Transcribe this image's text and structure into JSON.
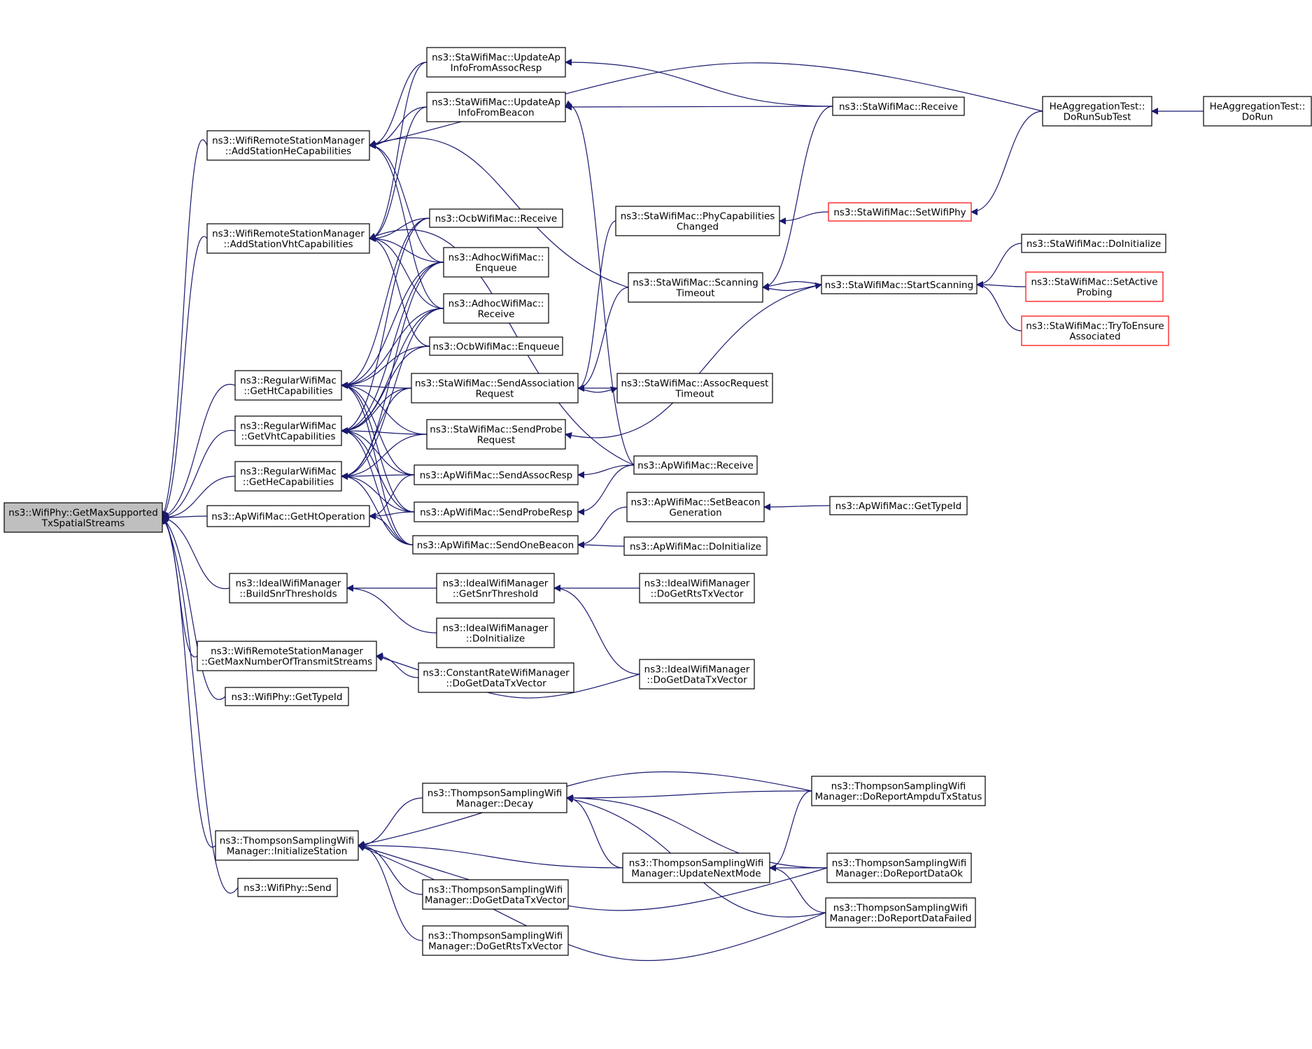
{
  "nodes": [
    {
      "id": "root",
      "lines": [
        "ns3::WifiPhy::GetMaxSupported",
        "TxSpatialStreams"
      ],
      "style": "root"
    },
    {
      "id": "addHe",
      "lines": [
        "ns3::WifiRemoteStationManager",
        "::AddStationHeCapabilities"
      ]
    },
    {
      "id": "addVht",
      "lines": [
        "ns3::WifiRemoteStationManager",
        "::AddStationVhtCapabilities"
      ]
    },
    {
      "id": "getHt",
      "lines": [
        "ns3::RegularWifiMac",
        "::GetHtCapabilities"
      ]
    },
    {
      "id": "getVht",
      "lines": [
        "ns3::RegularWifiMac",
        "::GetVhtCapabilities"
      ]
    },
    {
      "id": "getHe",
      "lines": [
        "ns3::RegularWifiMac",
        "::GetHeCapabilities"
      ]
    },
    {
      "id": "getHtOp",
      "lines": [
        "ns3::ApWifiMac::GetHtOperation"
      ]
    },
    {
      "id": "buildSnr",
      "lines": [
        "ns3::IdealWifiManager",
        "::BuildSnrThresholds"
      ]
    },
    {
      "id": "getMaxNum",
      "lines": [
        "ns3::WifiRemoteStationManager",
        "::GetMaxNumberOfTransmitStreams"
      ]
    },
    {
      "id": "phyTypeId",
      "lines": [
        "ns3::WifiPhy::GetTypeId"
      ]
    },
    {
      "id": "tsInit",
      "lines": [
        "ns3::ThompsonSamplingWifi",
        "Manager::InitializeStation"
      ]
    },
    {
      "id": "phySend",
      "lines": [
        "ns3::WifiPhy::Send"
      ]
    },
    {
      "id": "updAssoc",
      "lines": [
        "ns3::StaWifiMac::UpdateAp",
        "InfoFromAssocResp"
      ]
    },
    {
      "id": "updBeacon",
      "lines": [
        "ns3::StaWifiMac::UpdateAp",
        "InfoFromBeacon"
      ]
    },
    {
      "id": "ocbRecv",
      "lines": [
        "ns3::OcbWifiMac::Receive"
      ]
    },
    {
      "id": "adhocEnq",
      "lines": [
        "ns3::AdhocWifiMac::",
        "Enqueue"
      ]
    },
    {
      "id": "adhocRecv",
      "lines": [
        "ns3::AdhocWifiMac::",
        "Receive"
      ]
    },
    {
      "id": "ocbEnq",
      "lines": [
        "ns3::OcbWifiMac::Enqueue"
      ]
    },
    {
      "id": "sendAssocReq",
      "lines": [
        "ns3::StaWifiMac::SendAssociation",
        "Request"
      ]
    },
    {
      "id": "sendProbeReq",
      "lines": [
        "ns3::StaWifiMac::SendProbe",
        "Request"
      ]
    },
    {
      "id": "sendAssocResp",
      "lines": [
        "ns3::ApWifiMac::SendAssocResp"
      ]
    },
    {
      "id": "sendProbeResp",
      "lines": [
        "ns3::ApWifiMac::SendProbeResp"
      ]
    },
    {
      "id": "sendBeacon",
      "lines": [
        "ns3::ApWifiMac::SendOneBeacon"
      ]
    },
    {
      "id": "getSnrThr",
      "lines": [
        "ns3::IdealWifiManager",
        "::GetSnrThreshold"
      ]
    },
    {
      "id": "idealInit",
      "lines": [
        "ns3::IdealWifiManager",
        "::DoInitialize"
      ]
    },
    {
      "id": "constGetData",
      "lines": [
        "ns3::ConstantRateWifiManager",
        "::DoGetDataTxVector"
      ]
    },
    {
      "id": "tsDecay",
      "lines": [
        "ns3::ThompsonSamplingWifi",
        "Manager::Decay"
      ]
    },
    {
      "id": "tsUpdNext",
      "lines": [
        "ns3::ThompsonSamplingWifi",
        "Manager::UpdateNextMode"
      ]
    },
    {
      "id": "tsGetData",
      "lines": [
        "ns3::ThompsonSamplingWifi",
        "Manager::DoGetDataTxVector"
      ]
    },
    {
      "id": "tsGetRts",
      "lines": [
        "ns3::ThompsonSamplingWifi",
        "Manager::DoGetRtsTxVector"
      ]
    },
    {
      "id": "staRecv",
      "lines": [
        "ns3::StaWifiMac::Receive"
      ]
    },
    {
      "id": "phyCapChg",
      "lines": [
        "ns3::StaWifiMac::PhyCapabilities",
        "Changed"
      ]
    },
    {
      "id": "scanTimeout",
      "lines": [
        "ns3::StaWifiMac::Scanning",
        "Timeout"
      ]
    },
    {
      "id": "assocReqTimeout",
      "lines": [
        "ns3::StaWifiMac::AssocRequest",
        "Timeout"
      ]
    },
    {
      "id": "apRecv",
      "lines": [
        "ns3::ApWifiMac::Receive"
      ]
    },
    {
      "id": "setBeaconGen",
      "lines": [
        "ns3::ApWifiMac::SetBeacon",
        "Generation"
      ]
    },
    {
      "id": "apDoInit",
      "lines": [
        "ns3::ApWifiMac::DoInitialize"
      ]
    },
    {
      "id": "idealGetRts",
      "lines": [
        "ns3::IdealWifiManager",
        "::DoGetRtsTxVector"
      ]
    },
    {
      "id": "idealGetData",
      "lines": [
        "ns3::IdealWifiManager",
        "::DoGetDataTxVector"
      ]
    },
    {
      "id": "tsAmpdu",
      "lines": [
        "ns3::ThompsonSamplingWifi",
        "Manager::DoReportAmpduTxStatus"
      ]
    },
    {
      "id": "tsDataOk",
      "lines": [
        "ns3::ThompsonSamplingWifi",
        "Manager::DoReportDataOk"
      ]
    },
    {
      "id": "tsDataFailed",
      "lines": [
        "ns3::ThompsonSamplingWifi",
        "Manager::DoReportDataFailed"
      ]
    },
    {
      "id": "setWifiPhy",
      "lines": [
        "ns3::StaWifiMac::SetWifiPhy"
      ],
      "style": "red"
    },
    {
      "id": "startScan",
      "lines": [
        "ns3::StaWifiMac::StartScanning"
      ]
    },
    {
      "id": "heAggSub",
      "lines": [
        "HeAggregationTest::",
        "DoRunSubTest"
      ]
    },
    {
      "id": "heAggRun",
      "lines": [
        "HeAggregationTest::",
        "DoRun"
      ]
    },
    {
      "id": "staDoInit",
      "lines": [
        "ns3::StaWifiMac::DoInitialize"
      ]
    },
    {
      "id": "setActive",
      "lines": [
        "ns3::StaWifiMac::SetActive",
        "Probing"
      ],
      "style": "red"
    },
    {
      "id": "tryEnsure",
      "lines": [
        "ns3::StaWifiMac::TryToEnsure",
        "Associated"
      ],
      "style": "red"
    }
  ]
}
